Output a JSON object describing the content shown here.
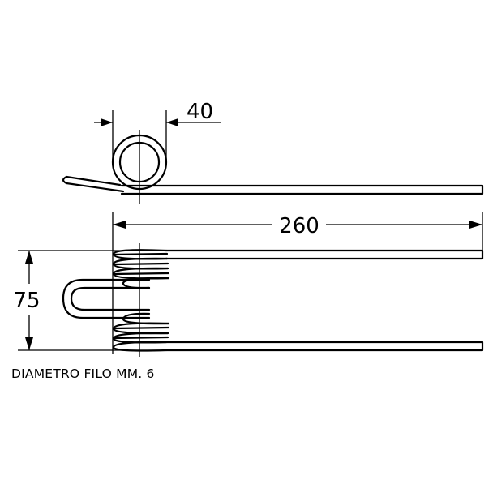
{
  "dimensions": {
    "coil_diameter": "40",
    "length": "260",
    "height": "75"
  },
  "note": "DIAMETRO FILO MM. 6"
}
